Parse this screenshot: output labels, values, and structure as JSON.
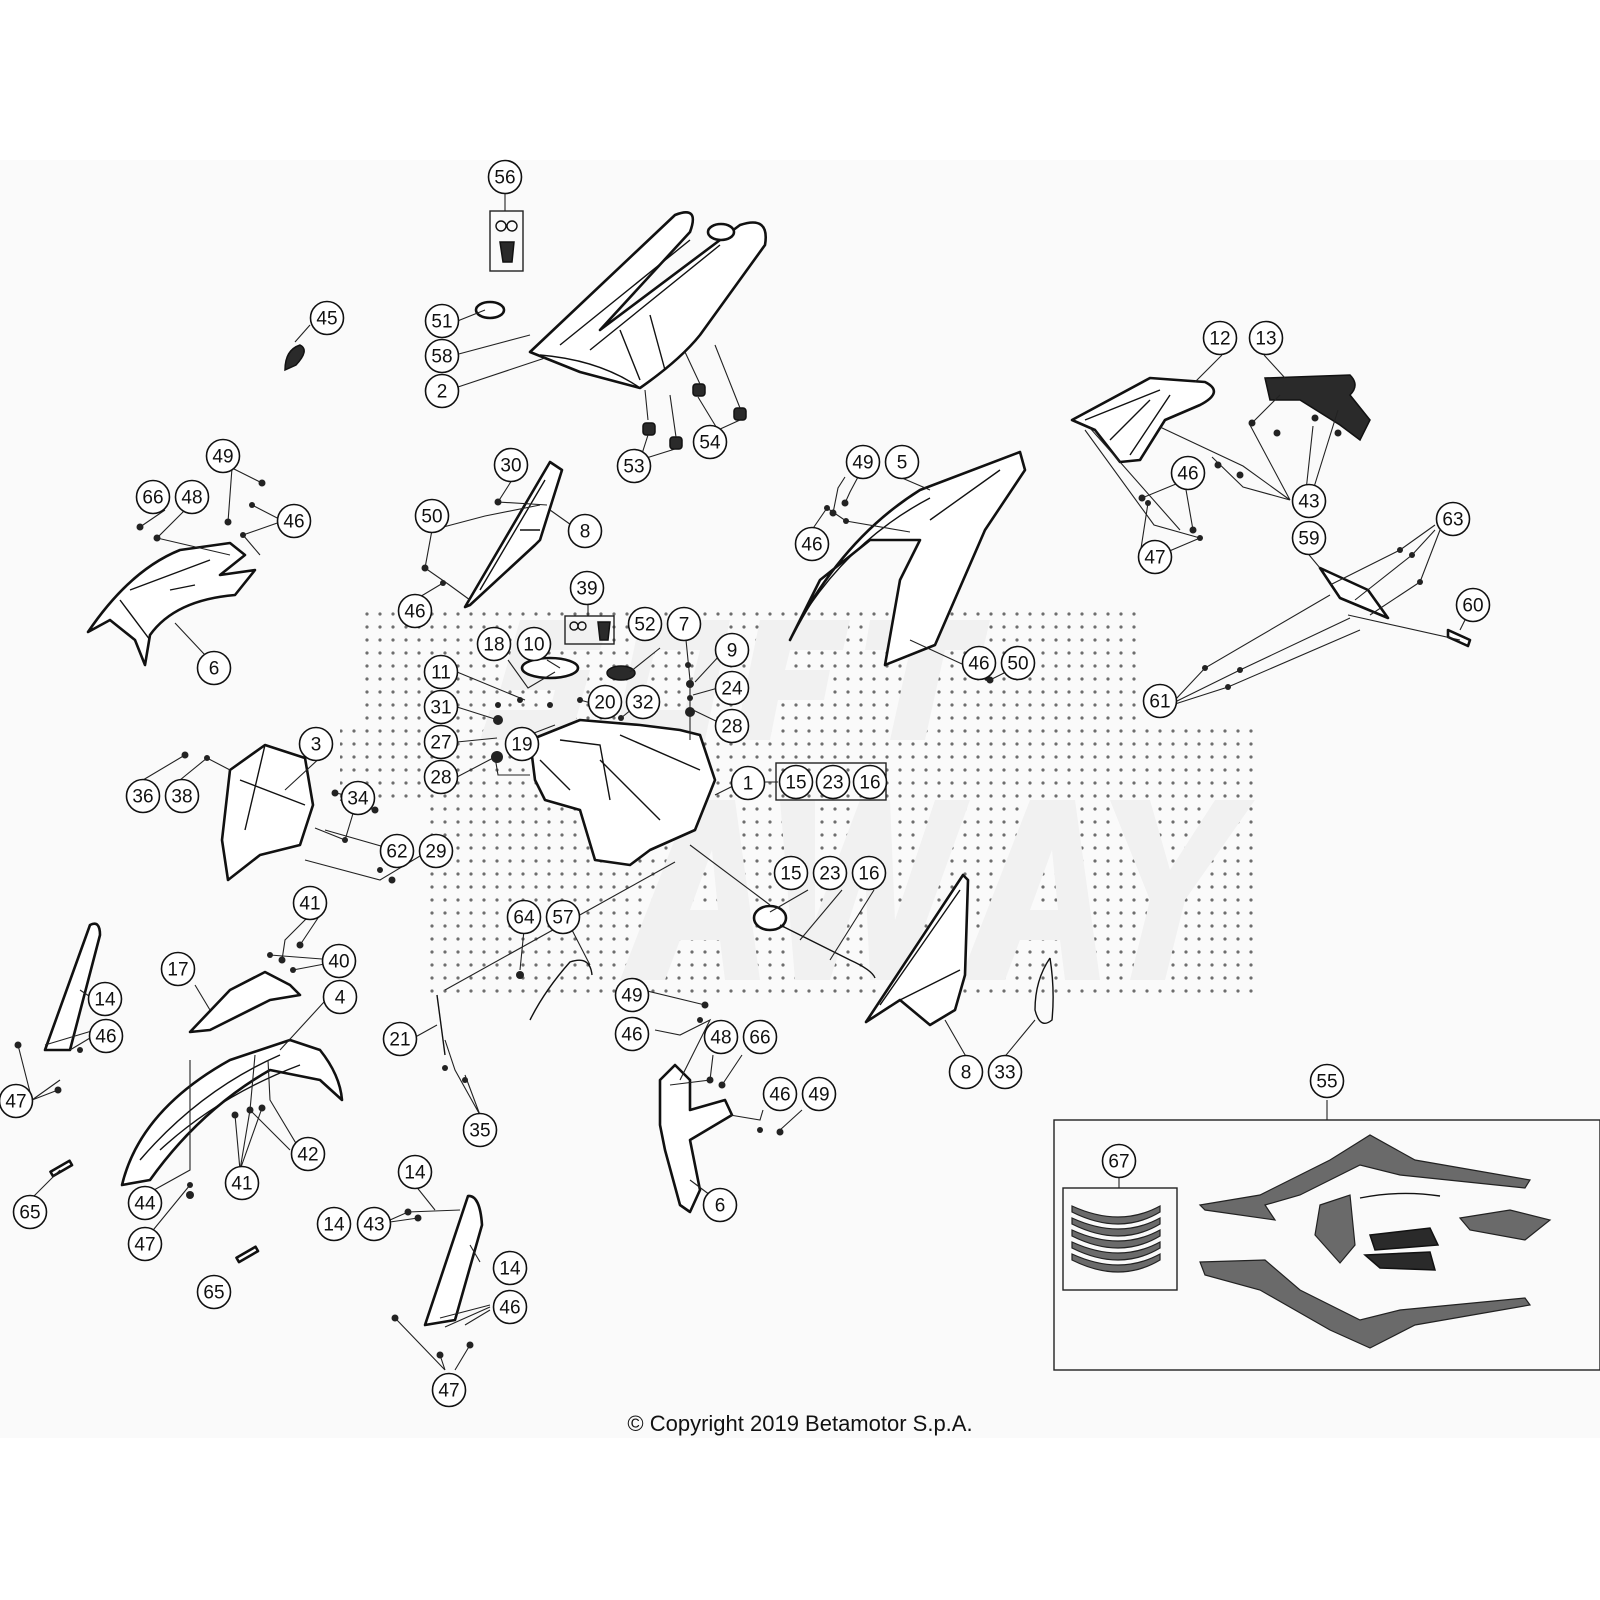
{
  "diagram": {
    "title": "Body panels exploded parts diagram",
    "copyright": "© Copyright 2019 Betamotor S.p.A.",
    "watermark": "SPORT AWAY",
    "colors": {
      "line": "#111111",
      "background": "#fafafa",
      "dots": "#555555",
      "decal_grey": "#6a6a6a"
    },
    "callouts": [
      {
        "id": "c56",
        "label": "56"
      },
      {
        "id": "c45",
        "label": "45"
      },
      {
        "id": "c51",
        "label": "51"
      },
      {
        "id": "c58",
        "label": "58"
      },
      {
        "id": "c2",
        "label": "2"
      },
      {
        "id": "c53",
        "label": "53"
      },
      {
        "id": "c54",
        "label": "54"
      },
      {
        "id": "c12",
        "label": "12"
      },
      {
        "id": "c13",
        "label": "13"
      },
      {
        "id": "c49a",
        "label": "49"
      },
      {
        "id": "c66a",
        "label": "66"
      },
      {
        "id": "c48a",
        "label": "48"
      },
      {
        "id": "c46a",
        "label": "46"
      },
      {
        "id": "c6a",
        "label": "6"
      },
      {
        "id": "c30",
        "label": "30"
      },
      {
        "id": "c50a",
        "label": "50"
      },
      {
        "id": "c8a",
        "label": "8"
      },
      {
        "id": "c46b",
        "label": "46"
      },
      {
        "id": "c49b",
        "label": "49"
      },
      {
        "id": "c5",
        "label": "5"
      },
      {
        "id": "c46c",
        "label": "46"
      },
      {
        "id": "c46d",
        "label": "46"
      },
      {
        "id": "c43a",
        "label": "43"
      },
      {
        "id": "c47a",
        "label": "47"
      },
      {
        "id": "c59",
        "label": "59"
      },
      {
        "id": "c63",
        "label": "63"
      },
      {
        "id": "c60",
        "label": "60"
      },
      {
        "id": "c61",
        "label": "61"
      },
      {
        "id": "c39",
        "label": "39"
      },
      {
        "id": "c18",
        "label": "18"
      },
      {
        "id": "c10",
        "label": "10"
      },
      {
        "id": "c52",
        "label": "52"
      },
      {
        "id": "c7",
        "label": "7"
      },
      {
        "id": "c9",
        "label": "9"
      },
      {
        "id": "c11",
        "label": "11"
      },
      {
        "id": "c24",
        "label": "24"
      },
      {
        "id": "c20",
        "label": "20"
      },
      {
        "id": "c32",
        "label": "32"
      },
      {
        "id": "c31",
        "label": "31"
      },
      {
        "id": "c28a",
        "label": "28"
      },
      {
        "id": "c27",
        "label": "27"
      },
      {
        "id": "c19",
        "label": "19"
      },
      {
        "id": "c28b",
        "label": "28"
      },
      {
        "id": "c46e",
        "label": "46"
      },
      {
        "id": "c50b",
        "label": "50"
      },
      {
        "id": "c3",
        "label": "3"
      },
      {
        "id": "c36",
        "label": "36"
      },
      {
        "id": "c38",
        "label": "38"
      },
      {
        "id": "c34",
        "label": "34"
      },
      {
        "id": "c1",
        "label": "1"
      },
      {
        "id": "c15a",
        "label": "15"
      },
      {
        "id": "c23a",
        "label": "23"
      },
      {
        "id": "c16a",
        "label": "16"
      },
      {
        "id": "c62",
        "label": "62"
      },
      {
        "id": "c29",
        "label": "29"
      },
      {
        "id": "c15b",
        "label": "15"
      },
      {
        "id": "c23b",
        "label": "23"
      },
      {
        "id": "c16b",
        "label": "16"
      },
      {
        "id": "c41a",
        "label": "41"
      },
      {
        "id": "c40",
        "label": "40"
      },
      {
        "id": "c17",
        "label": "17"
      },
      {
        "id": "c4",
        "label": "4"
      },
      {
        "id": "c14a",
        "label": "14"
      },
      {
        "id": "c46f",
        "label": "46"
      },
      {
        "id": "c47b",
        "label": "47"
      },
      {
        "id": "c64",
        "label": "64"
      },
      {
        "id": "c57",
        "label": "57"
      },
      {
        "id": "c21",
        "label": "21"
      },
      {
        "id": "c35",
        "label": "35"
      },
      {
        "id": "c49c",
        "label": "49"
      },
      {
        "id": "c46g",
        "label": "46"
      },
      {
        "id": "c48b",
        "label": "48"
      },
      {
        "id": "c66b",
        "label": "66"
      },
      {
        "id": "c46h",
        "label": "46"
      },
      {
        "id": "c49d",
        "label": "49"
      },
      {
        "id": "c6b",
        "label": "6"
      },
      {
        "id": "c8b",
        "label": "8"
      },
      {
        "id": "c33",
        "label": "33"
      },
      {
        "id": "c42",
        "label": "42"
      },
      {
        "id": "c41b",
        "label": "41"
      },
      {
        "id": "c65a",
        "label": "65"
      },
      {
        "id": "c44",
        "label": "44"
      },
      {
        "id": "c47c",
        "label": "47"
      },
      {
        "id": "c14b",
        "label": "14"
      },
      {
        "id": "c14c",
        "label": "14"
      },
      {
        "id": "c43b",
        "label": "43"
      },
      {
        "id": "c14d",
        "label": "14"
      },
      {
        "id": "c46i",
        "label": "46"
      },
      {
        "id": "c47d",
        "label": "47"
      },
      {
        "id": "c65b",
        "label": "65"
      },
      {
        "id": "c55",
        "label": "55"
      },
      {
        "id": "c67",
        "label": "67"
      }
    ]
  }
}
